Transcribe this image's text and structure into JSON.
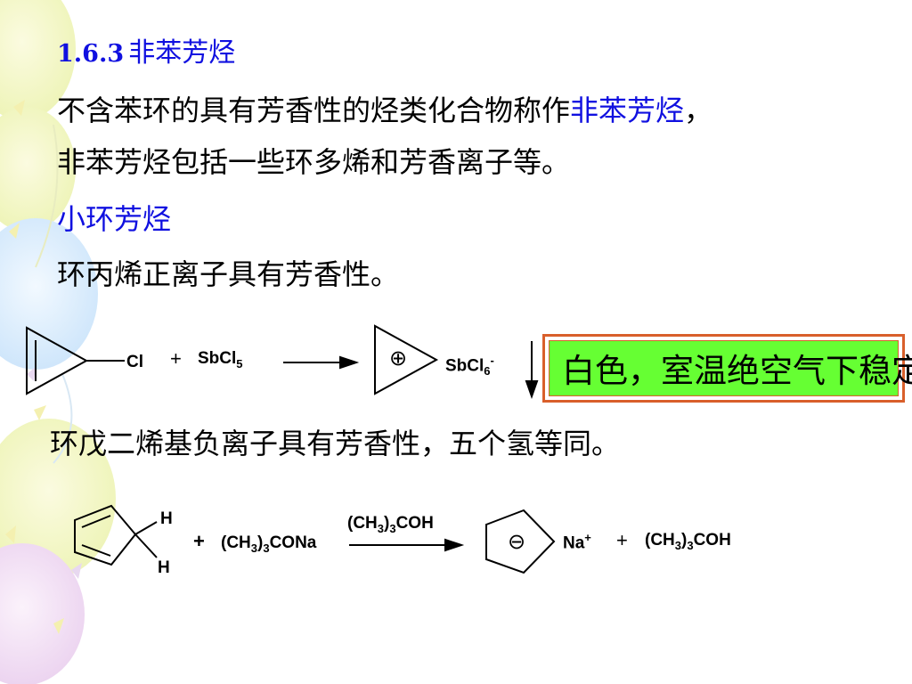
{
  "section": {
    "number": "1.6.3",
    "title": "非苯芳烃"
  },
  "intro": {
    "line1_prefix": "不含苯环的具有芳香性的烃类化合物称作",
    "line1_highlight": "非苯芳烃",
    "line1_suffix": "，",
    "line2": "非苯芳烃包括一些环多烯和芳香离子等。"
  },
  "subsection": {
    "title": "小环芳烃"
  },
  "cyclopropenyl": {
    "statement": "环丙烯正离子具有芳香性。",
    "reaction": {
      "reactant_substituent": "Cl",
      "plus": "+",
      "reagent": "SbCl",
      "reagent_sub": "5",
      "charge_symbol": "⊕",
      "counterion": "SbCl",
      "counterion_sub": "6",
      "counterion_sup": "-"
    },
    "note": "白色，室温绝空气下稳定"
  },
  "cyclopentadienyl": {
    "statement": "环戊二烯基负离子具有芳香性，五个氢等同。",
    "reaction": {
      "h_top": "H",
      "h_bottom": "H",
      "plus": "+",
      "reagent_pre": "(CH",
      "reagent_sub1": "3",
      "reagent_mid": ")",
      "reagent_sub2": "3",
      "reagent_post": "CONa",
      "solvent_pre": "(CH",
      "solvent_sub1": "3",
      "solvent_mid": ")",
      "solvent_sub2": "3",
      "solvent_post": "COH",
      "charge_symbol": "⊖",
      "cation": "Na",
      "cation_sup": "+",
      "plus2": "+",
      "byproduct_pre": "(CH",
      "byproduct_sub1": "3",
      "byproduct_mid": ")",
      "byproduct_sub2": "3",
      "byproduct_post": "COH"
    }
  },
  "colors": {
    "title_blue": "#1010e0",
    "note_fill": "#66ff33",
    "note_border": "#d95f2b"
  },
  "decoration": "pastel-balloons-background"
}
